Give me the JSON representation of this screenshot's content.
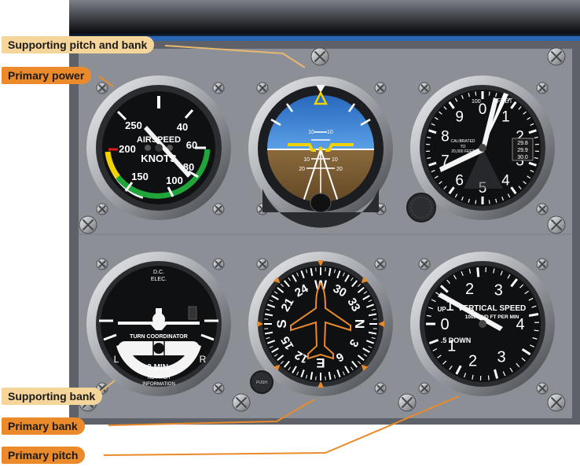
{
  "colors": {
    "panel_face": "#8c9096",
    "panel_frame": "#5e6268",
    "sky": "#2f74c8",
    "ground": "#7a5a32",
    "callout_supporting": "#f6d59a",
    "callout_primary": "#ea8a2a",
    "aircraft_symbol": "#f2d200"
  },
  "callouts": {
    "supporting_pitch_bank": "Supporting pitch and bank",
    "primary_power": "Primary power",
    "supporting_bank": "Supporting bank",
    "primary_bank": "Primary bank",
    "primary_pitch": "Primary pitch"
  },
  "airspeed": {
    "line1": "AIRSPEED",
    "line2": "KNOTS",
    "ticks": [
      "250",
      "40",
      "200",
      "60",
      "80",
      "150",
      "100"
    ]
  },
  "attitude": {
    "pitch_up": [
      "10",
      "10"
    ],
    "pitch_down": [
      "10",
      "10",
      "20",
      "20"
    ]
  },
  "altimeter": {
    "numerals": [
      "0",
      "1",
      "2",
      "3",
      "4",
      "5",
      "6",
      "7",
      "8",
      "9"
    ],
    "feet": "FEET",
    "hundred": "100",
    "calibrated": "CALIBRATED",
    "to": "TO",
    "altitude": "20,000 FEET",
    "kollsman": [
      "29.8",
      "29.9",
      "30.0"
    ]
  },
  "turn_coordinator": {
    "dc": "D.C.",
    "elec": "ELEC.",
    "title": "TURN COORDINATOR",
    "left": "L",
    "right": "R",
    "min": "2 MIN.",
    "no_pitch": "NO PITCH",
    "information": "INFORMATION"
  },
  "heading": {
    "labels": [
      "N",
      "3",
      "6",
      "E",
      "12",
      "15",
      "S",
      "21",
      "24",
      "W",
      "30",
      "33"
    ],
    "knob_text": "PUSH"
  },
  "vsi": {
    "title": "VERTICAL SPEED",
    "subtitle": "1000 AND FT PER MIN",
    "down": ".5 DOWN",
    "up": "UP",
    "numbers": [
      "0",
      "1",
      "2",
      "3",
      "4",
      "3",
      "2",
      "1"
    ]
  }
}
